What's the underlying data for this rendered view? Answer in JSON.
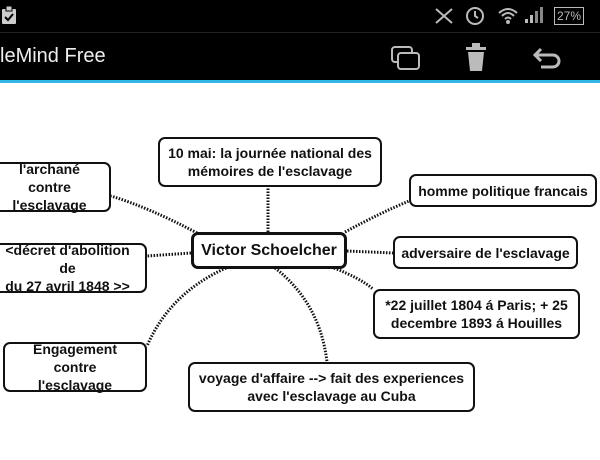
{
  "status_bar": {
    "battery": "27%",
    "icons": [
      "clipboard-check-icon",
      "bluetooth-off-icon",
      "alarm-icon",
      "wifi-icon",
      "signal-icon",
      "battery-icon"
    ]
  },
  "action_bar": {
    "title": "leMind Free",
    "actions": [
      "copy-icon",
      "trash-icon",
      "undo-icon"
    ],
    "accent": "#33b5e5"
  },
  "mindmap": {
    "center": "Victor Schoelcher",
    "nodes": [
      "10 mai: la journée national des\nmémoires de l'esclavage",
      "l'archané contre\nl'esclavage",
      "<décret d'abolition de\ndu 27 avril 1848 >>",
      "Engagement contre\nl'esclavage",
      "voyage d'affaire --> fait des experiences\navec l'esclavage au Cuba",
      "homme politique francais",
      "adversaire de l'esclavage",
      "*22 juillet 1804 á Paris; + 25\ndecembre 1893 á Houilles"
    ]
  }
}
